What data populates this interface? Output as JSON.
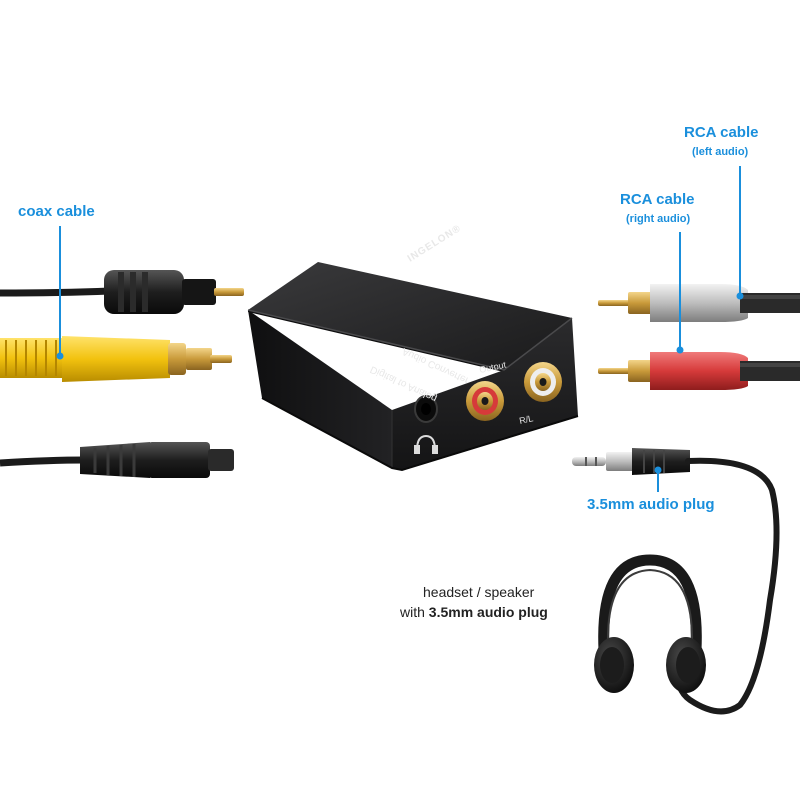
{
  "labels": {
    "coax_cable": "coax cable",
    "rca_left_title": "RCA cable",
    "rca_left_sub": "(left audio)",
    "rca_right_title": "RCA cable",
    "rca_right_sub": "(right audio)",
    "plug_35": "3.5mm audio plug",
    "headset_line1": "headset / speaker",
    "headset_line2_prefix": "with ",
    "headset_line2_bold": "3.5mm audio plug"
  },
  "device": {
    "brand": "INGELON",
    "brand_mark": "®",
    "name_line1": "Digital to Analog",
    "name_line2": "Audio Converter",
    "output_label": "Output",
    "channel_label": "R/L"
  },
  "colors": {
    "accent_blue": "#1a8fdc",
    "coax_yellow": "#f2c20f",
    "rca_red": "#d63a3a",
    "rca_white": "#d9d9d9",
    "device_body": "#1d1d1f",
    "gold": "#c99a3a"
  }
}
